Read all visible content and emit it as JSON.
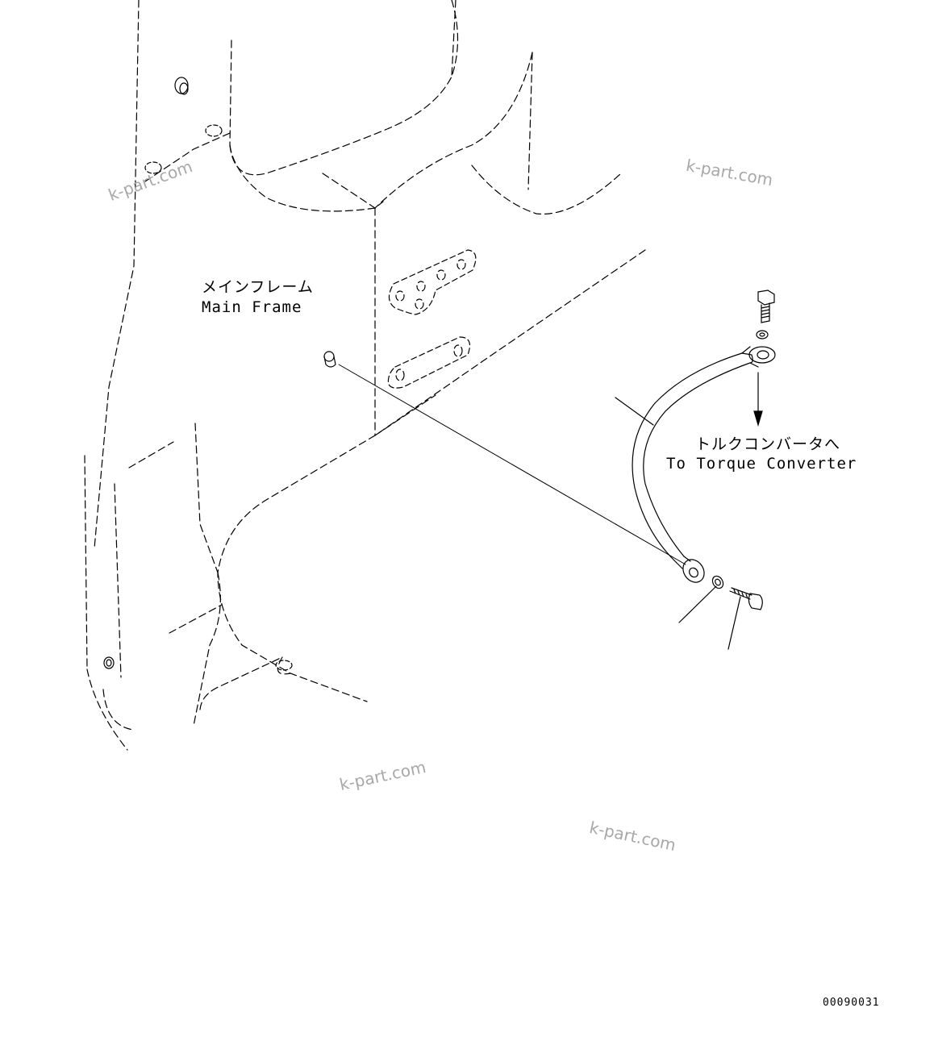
{
  "labels": {
    "main_frame_jp": "メインフレーム",
    "main_frame_en": "Main Frame",
    "torque_converter_jp": "トルクコンバータへ",
    "torque_converter_en": "To Torque Converter"
  },
  "watermark": "k-part.com",
  "drawing_number": "00090031",
  "colors": {
    "line": "#000000",
    "watermark": "#a8a8a8",
    "background": "#ffffff"
  }
}
